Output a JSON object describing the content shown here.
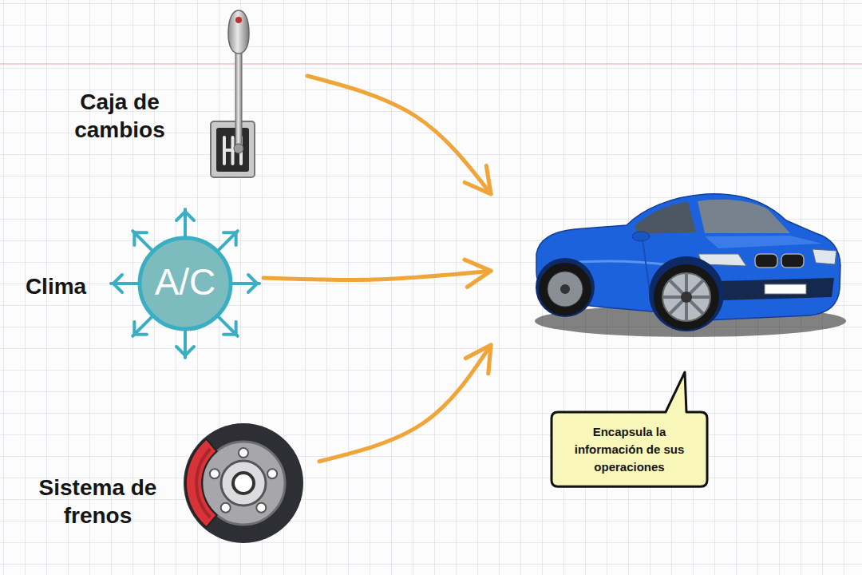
{
  "diagram": {
    "nodes": [
      {
        "text": [
          "Caja de cambios"
        ]
      },
      {
        "text": [
          "Clima"
        ]
      },
      {
        "text": [
          "Sistema de frenos"
        ]
      },
      {
        "text": [
          "Encapsula la información de sus operaciones"
        ]
      }
    ],
    "edges": [
      {
        "from": 0,
        "to": 3,
        "arrow": "to"
      },
      {
        "from": 1,
        "to": 3,
        "arrow": "to"
      },
      {
        "from": 2,
        "to": 3,
        "arrow": "to"
      }
    ],
    "labels": [
      "A/C"
    ]
  }
}
